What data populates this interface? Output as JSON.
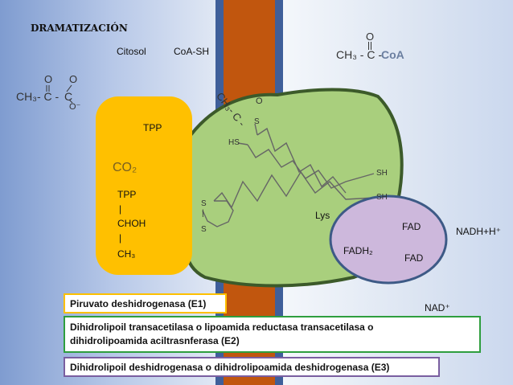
{
  "title": "DRAMATIZACIÓN",
  "citosol": "Citosol",
  "coash": "CoA-SH",
  "acetylcoa": {
    "prefix": "CH₃ - C -",
    "coa": "CoA",
    "oxygen": "O"
  },
  "pyruvate": {
    "ch3": "CH₃",
    "c1": "- C -",
    "c2": "C",
    "o1": "O",
    "o2": "O",
    "ominus": "O⁻"
  },
  "tpp_box": {
    "tpp_top": "TPP",
    "co2": "CO₂",
    "tpp": "TPP",
    "bar1": "|",
    "choh": "CHOH",
    "bar2": "|",
    "ch3": "CH₃"
  },
  "lipoamide": {
    "acetyl_ch3": "CH₃",
    "acetyl_c": "- C -",
    "acetyl_o": "O",
    "s_top": "S",
    "hs": "HS",
    "sh1": "SH",
    "sh2": "SH",
    "s_ring_top": "S",
    "s_ring_bar": "|",
    "s_ring_bottom": "S",
    "lys": "Lys"
  },
  "e3": {
    "fad1": "FAD",
    "fadh2": "FADH₂",
    "fad2": "FAD"
  },
  "nadh": "NADH+H⁺",
  "nad": "NAD⁺",
  "labels": {
    "e1": "Piruvato deshidrogenasa (E1)",
    "e2_line1": "Dihidrolipoil transacetilasa o  lipoamida reductasa transacetilasa o",
    "e2_line2": "dihidrolipoamida aciltrasnferasa (E2)",
    "e3": "Dihidrolipoil deshidrogenasa o dihidrolipoamida deshidrogenasa (E3)"
  },
  "colors": {
    "e1_border": "#ffc000",
    "e2_border": "#2e9e3e",
    "e3_border": "#7a5ea0",
    "e2_fill": "#a9cf7d",
    "e3_fill": "#cdb8dc",
    "membrane": "#c1560e"
  }
}
